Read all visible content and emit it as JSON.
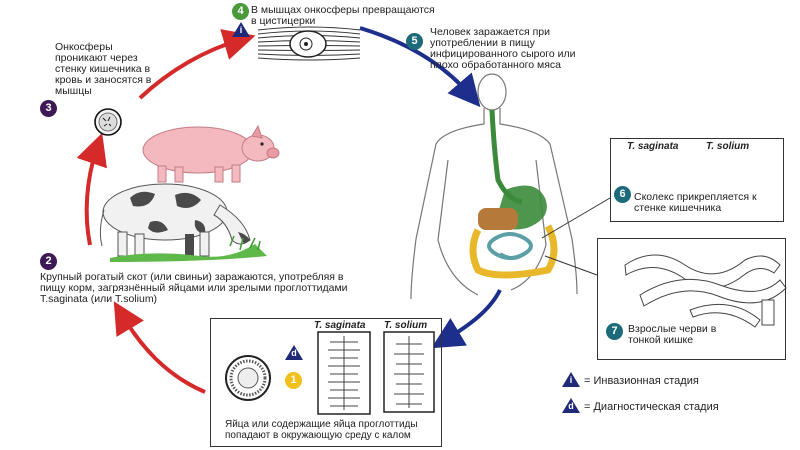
{
  "colors": {
    "red_arrow": "#d42a2a",
    "blue_arrow": "#1d2f8a",
    "stage_purple": "#3d1a55",
    "stage_green": "#4a9a3a",
    "stage_teal": "#1c6a7a",
    "stage_yellow": "#f2c01a",
    "infective_navy": "#1e2a78"
  },
  "stages": {
    "s1": {
      "number": "1",
      "text": "Яйца или содержащие яйца проглоттиды попадают в окружающую среду с калом"
    },
    "s2": {
      "number": "2",
      "text": "Крупный рогатый скот (или свиньи) заражаются, употребляя в пищу корм, загрязнённый яйцами или зрелыми проглоттидами T.saginata (или T.solium)"
    },
    "s3": {
      "number": "3",
      "text": "Онкосферы проникают через стенку кишечника в кровь и заносятся в мышцы"
    },
    "s4": {
      "number": "4",
      "text": "В мышцах онкосферы превращаются в цистицерки"
    },
    "s5": {
      "number": "5",
      "text": "Человек заражается при употреблении в пищу инфицированного сырого или плохо обработанного мяса"
    },
    "s6": {
      "number": "6",
      "text": "Сколекс прикрепляется к стенке кишечника"
    },
    "s7": {
      "number": "7",
      "text": "Взрослые черви в тонкой кишке"
    }
  },
  "scolex_box": {
    "label_left": "T. saginata",
    "label_right": "T. solium"
  },
  "egg_box": {
    "label_left": "T. saginata",
    "label_right": "T. solium"
  },
  "legend": {
    "infective_symbol": "i",
    "infective_label": "= Инвазионная стадия",
    "diagnostic_symbol": "d",
    "diagnostic_label": "= Диагностическая стадия"
  }
}
